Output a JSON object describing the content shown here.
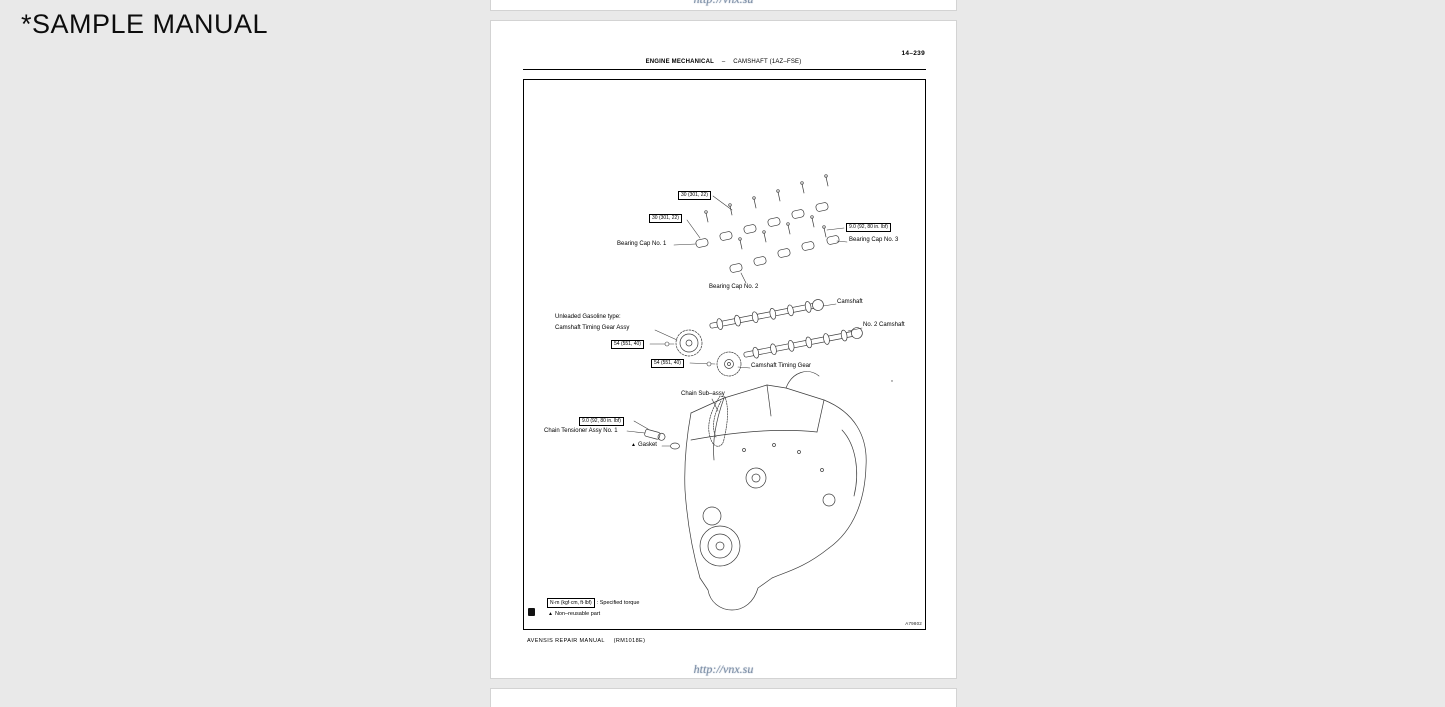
{
  "overlay": {
    "sample_label": "*SAMPLE MANUAL",
    "url_watermark": "http://vnx.su"
  },
  "manual": {
    "page_number": "14–239",
    "header": {
      "section": "ENGINE MECHANICAL",
      "separator": "–",
      "topic": "CAMSHAFT (1AZ–FSE)"
    },
    "footer": {
      "title": "AVENSIS REPAIR MANUAL",
      "code": "(RM1018E)"
    },
    "figure": {
      "code": "A79802",
      "torque_30_upper": "30 (301, 22)",
      "torque_30_lower": "30 (301, 22)",
      "torque_9_bearing": "9.0 (92, 80 in. lbf)",
      "torque_54_upper": "54 (551, 40)",
      "torque_54_lower": "54 (551, 40)",
      "torque_9_tensioner": "9.0 (92, 80 in. lbf)",
      "bearing_cap_1": "Bearing Cap No. 1",
      "bearing_cap_2": "Bearing Cap No. 2",
      "bearing_cap_3": "Bearing Cap No. 3",
      "camshaft": "Camshaft",
      "no2_camshaft": "No. 2 Camshaft",
      "unleaded_type_line1": "Unleaded Gasoline type:",
      "unleaded_type_line2": "Camshaft Timing Gear Assy",
      "camshaft_timing_gear": "Camshaft Timing Gear",
      "chain_sub_assy": "Chain Sub–assy",
      "chain_tensioner": "Chain Tensioner Assy No. 1",
      "gasket_marker": "▲",
      "gasket": "Gasket",
      "legend_torque_box": "N·m (kgf·cm, ft·lbf)",
      "legend_torque_text": ": Specified torque",
      "legend_nonreusable_marker": "▲",
      "legend_nonreusable": "Non–reusable part"
    }
  }
}
